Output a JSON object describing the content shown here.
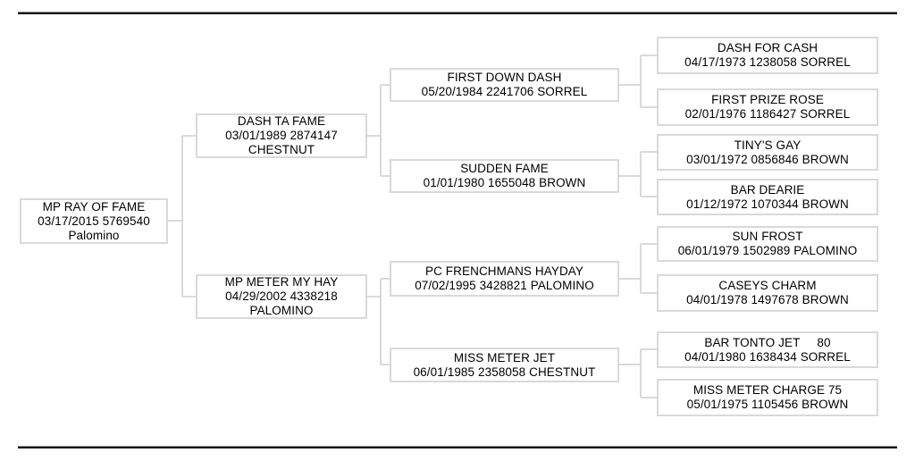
{
  "pedigree": {
    "type": "horse-pedigree-tree",
    "generations": 4,
    "colors": {
      "box_border": "#d9d9d9",
      "connector_line": "#d9d9d9",
      "text": "#000000",
      "rule": "#141414",
      "background": "#ffffff"
    },
    "boxes": [
      {
        "id": "root",
        "relation": "subject",
        "name": "MP RAY OF FAME",
        "line2": "03/17/2015 5769540",
        "line3": "Palomino"
      },
      {
        "id": "sire",
        "relation": "sire",
        "name": "DASH TA FAME",
        "line2": "03/01/1989 2874147",
        "line3": "CHESTNUT"
      },
      {
        "id": "dam",
        "relation": "dam",
        "name": "MP METER MY HAY",
        "line2": "04/29/2002 4338218",
        "line3": "PALOMINO"
      },
      {
        "id": "ss",
        "relation": "sire-sire",
        "name": "FIRST DOWN DASH",
        "line2": "05/20/1984 2241706 SORREL"
      },
      {
        "id": "sd",
        "relation": "sire-dam",
        "name": "SUDDEN FAME",
        "line2": "01/01/1980 1655048 BROWN"
      },
      {
        "id": "ds",
        "relation": "dam-sire",
        "name": "PC FRENCHMANS HAYDAY",
        "line2": "07/02/1995 3428821 PALOMINO"
      },
      {
        "id": "dd",
        "relation": "dam-dam",
        "name": "MISS METER JET",
        "line2": "06/01/1985 2358058 CHESTNUT"
      },
      {
        "id": "sss",
        "relation": "sire-sire-sire",
        "name": "DASH FOR CASH",
        "line2": "04/17/1973 1238058 SORREL"
      },
      {
        "id": "ssd",
        "relation": "sire-sire-dam",
        "name": "FIRST PRIZE ROSE",
        "line2": "02/01/1976 1186427 SORREL"
      },
      {
        "id": "sds",
        "relation": "sire-dam-sire",
        "name": "TINY'S GAY",
        "line2": "03/01/1972 0856846 BROWN"
      },
      {
        "id": "sdd",
        "relation": "sire-dam-dam",
        "name": "BAR DEARIE",
        "line2": "01/12/1972 1070344 BROWN"
      },
      {
        "id": "dss",
        "relation": "dam-sire-sire",
        "name": "SUN FROST",
        "line2": "06/01/1979 1502989 PALOMINO"
      },
      {
        "id": "dsd",
        "relation": "dam-sire-dam",
        "name": "CASEYS CHARM",
        "line2": "04/01/1978 1497678 BROWN"
      },
      {
        "id": "dds",
        "relation": "dam-dam-sire",
        "name": "BAR TONTO JET     80",
        "line2": "04/01/1980 1638434 SORREL"
      },
      {
        "id": "ddd",
        "relation": "dam-dam-dam",
        "name": "MISS METER CHARGE 75",
        "line2": "05/01/1975 1105456 BROWN"
      }
    ]
  }
}
